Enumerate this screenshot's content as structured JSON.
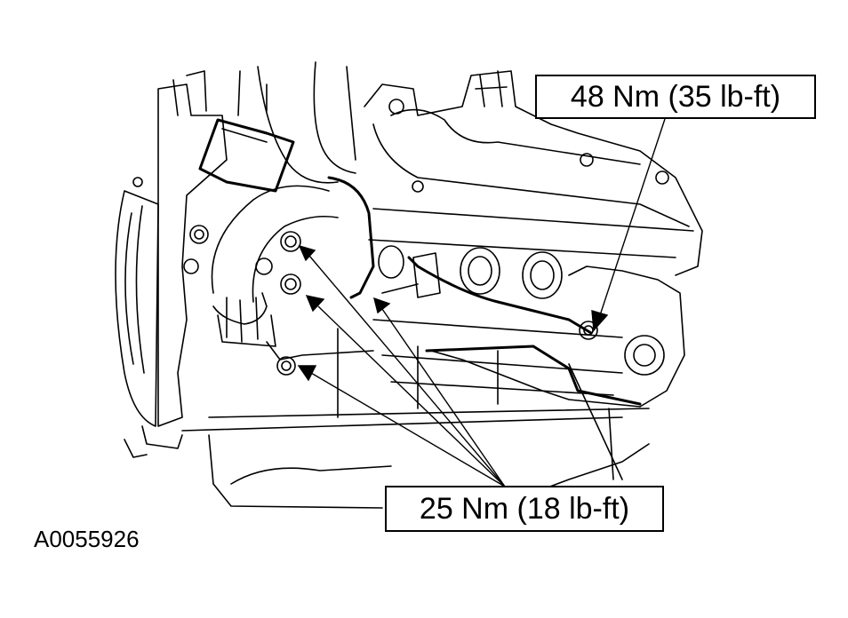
{
  "callouts": {
    "upper": "48 Nm (35 lb-ft)",
    "lower": "25 Nm (18 lb-ft)"
  },
  "figure_id": "A0055926",
  "colors": {
    "line": "#000000",
    "background": "#ffffff"
  }
}
